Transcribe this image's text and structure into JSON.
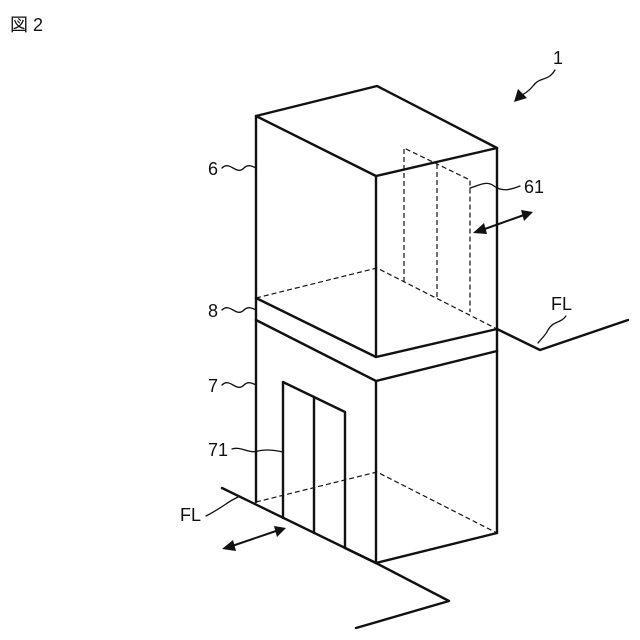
{
  "figure": {
    "label": "図 2"
  },
  "labels": {
    "assembly": "1",
    "upper_unit": "6",
    "upper_door": "61",
    "intermediate_layer": "8",
    "lower_unit": "7",
    "lower_door": "71",
    "floor_upper": "FL",
    "floor_lower": "FL"
  }
}
